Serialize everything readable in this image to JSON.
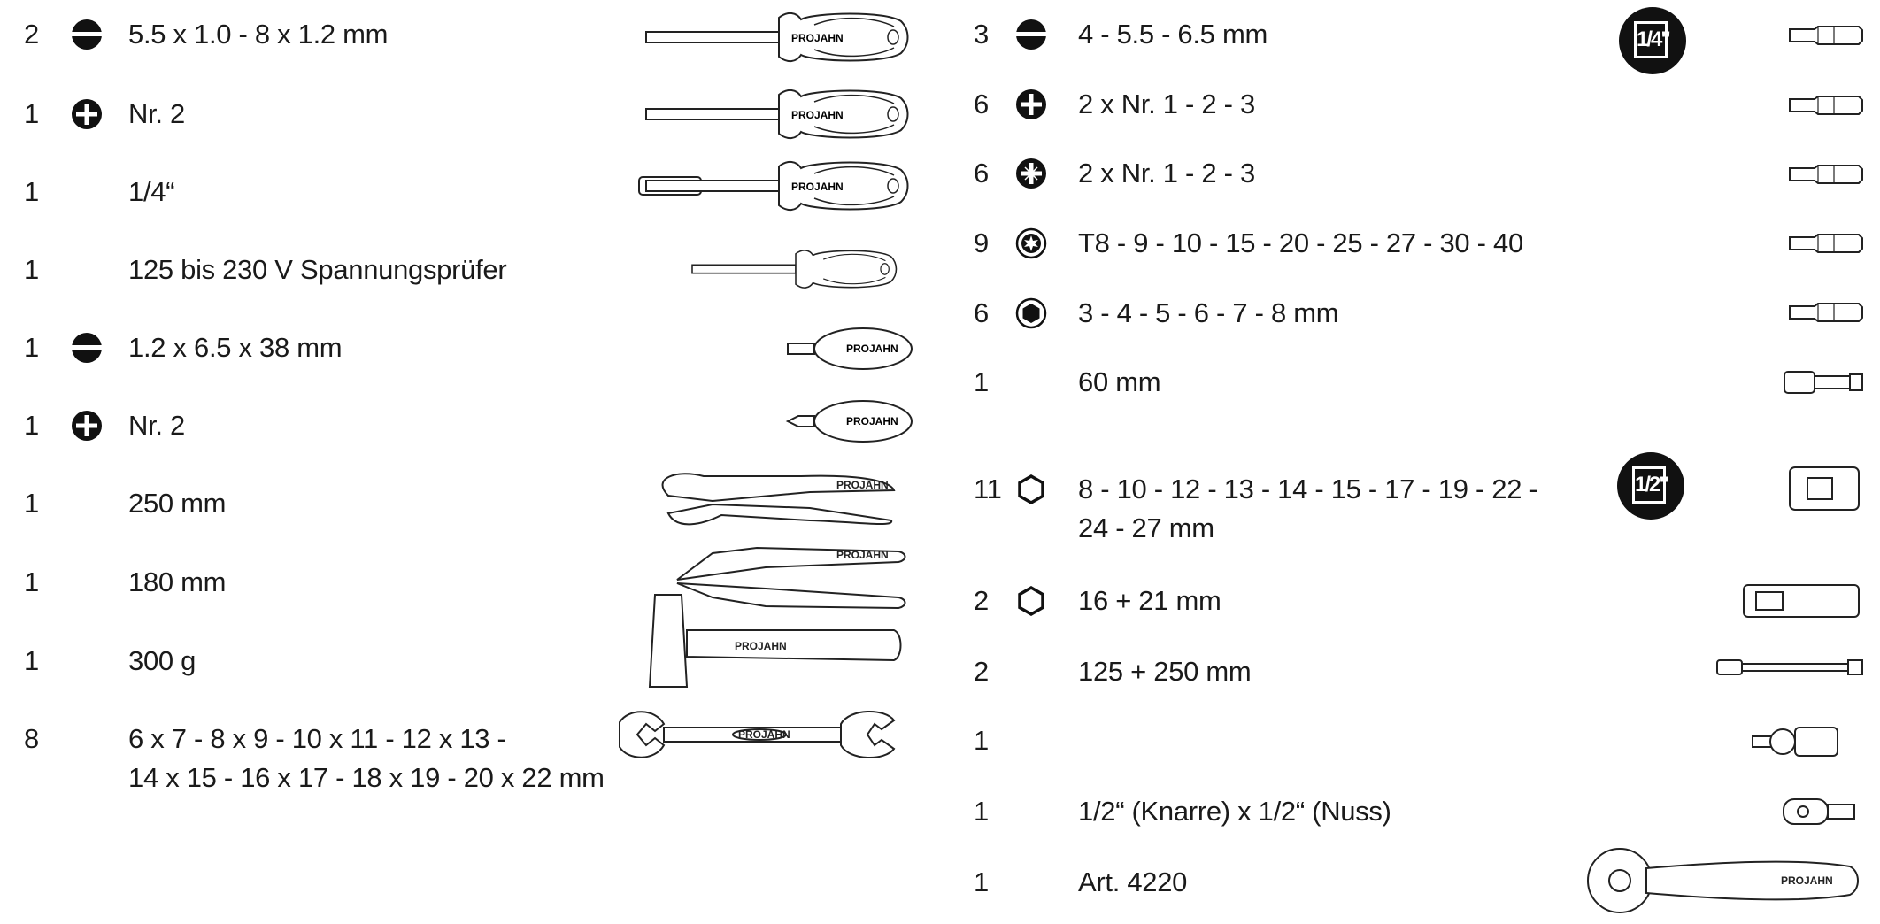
{
  "left_items": [
    {
      "qty": "2",
      "icon": "slotted-icon",
      "desc": "5.5 x 1.0  -  8 x 1.2 mm"
    },
    {
      "qty": "1",
      "icon": "phillips-icon",
      "desc": "Nr. 2"
    },
    {
      "qty": "1",
      "icon": "",
      "desc": "1/4“"
    },
    {
      "qty": "1",
      "icon": "",
      "desc": "125 bis 230 V Spannungsprüfer"
    },
    {
      "qty": "1",
      "icon": "slotted-icon",
      "desc": "1.2 x 6.5 x 38 mm"
    },
    {
      "qty": "1",
      "icon": "phillips-icon",
      "desc": "Nr. 2"
    },
    {
      "qty": "1",
      "icon": "",
      "desc": "250 mm"
    },
    {
      "qty": "1",
      "icon": "",
      "desc": "180 mm"
    },
    {
      "qty": "1",
      "icon": "",
      "desc": "300 g"
    },
    {
      "qty": "8",
      "icon": "",
      "desc": "6 x 7 - 8 x 9 - 10 x 11 - 12 x 13 -",
      "desc2": "14 x 15 - 16 x 17 - 18 x 19 - 20 x 22 mm"
    }
  ],
  "right_items": [
    {
      "qty": "3",
      "icon": "slotted-icon",
      "desc": "4 - 5.5 - 6.5 mm"
    },
    {
      "qty": "6",
      "icon": "phillips-icon",
      "desc": "2 x Nr. 1 - 2 - 3"
    },
    {
      "qty": "6",
      "icon": "pozidriv-icon",
      "desc": "2 x Nr. 1 - 2 - 3"
    },
    {
      "qty": "9",
      "icon": "torx-icon",
      "desc": "T8 - 9 - 10 - 15 - 20 - 25 - 27 - 30 - 40"
    },
    {
      "qty": "6",
      "icon": "hex-icon",
      "desc": "3 - 4 - 5 - 6 - 7 - 8 mm"
    },
    {
      "qty": "1",
      "icon": "",
      "desc": "60 mm"
    },
    {
      "qty": "11",
      "icon": "hexagon-socket-icon",
      "desc": "8 - 10 - 12 - 13 - 14 - 15 - 17 - 19 - 22 -",
      "desc2": "24 - 27 mm"
    },
    {
      "qty": "2",
      "icon": "hexagon-socket-icon",
      "desc": "16 + 21 mm"
    },
    {
      "qty": "2",
      "icon": "",
      "desc": "125 + 250 mm"
    },
    {
      "qty": "1",
      "icon": "",
      "desc": ""
    },
    {
      "qty": "1",
      "icon": "",
      "desc": "1/2“ (Knarre) x 1/2“ (Nuss)"
    },
    {
      "qty": "1",
      "icon": "",
      "desc": "Art. 4220"
    }
  ],
  "badges": {
    "quarter": "1/4\"",
    "half": "1/2\""
  },
  "brand": "PROJAHN"
}
